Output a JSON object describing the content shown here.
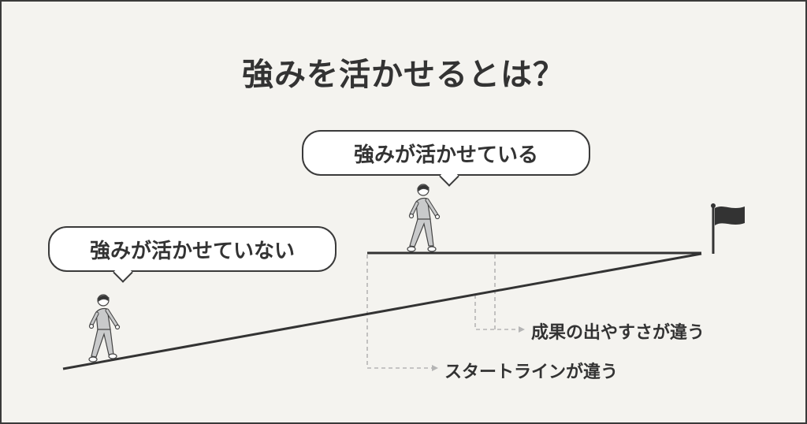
{
  "title": "強みを活かせるとは？",
  "bubbles": {
    "upper": "強みが活かせている",
    "lower": "強みが活かせていない"
  },
  "annotations": {
    "results": "成果の出やすさが違う",
    "start_line": "スタートラインが違う"
  },
  "icons": {
    "goal": "flag-icon",
    "person_upper": "walking-person-icon",
    "person_lower": "walking-person-icon"
  },
  "colors": {
    "background": "#f4f3ef",
    "ink": "#333333",
    "dashed": "#b5b5b5",
    "person_fill": "#c9cacb"
  }
}
